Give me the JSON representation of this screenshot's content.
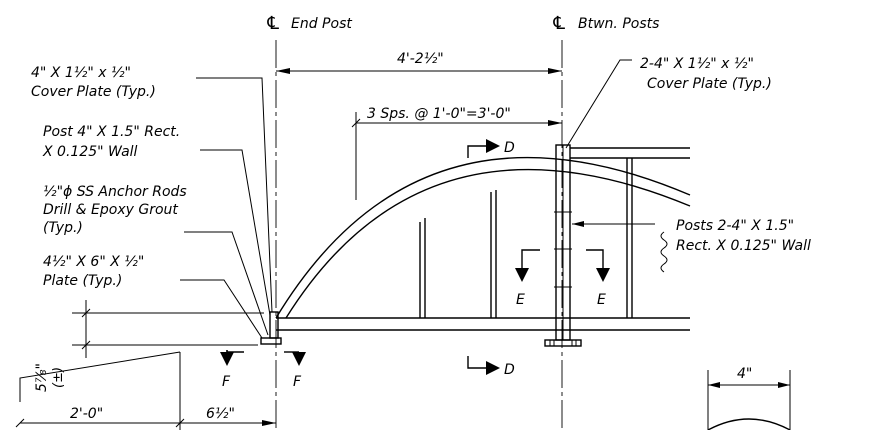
{
  "centerlines": {
    "end_post": {
      "symbol": "℄",
      "label": "End Post"
    },
    "between_posts": {
      "symbol": "℄",
      "label": "Btwn. Posts"
    }
  },
  "dimensions": {
    "end_to_between": "4'-2½\"",
    "spacing": "3 Sps. @ 1'-0\"=3'-0\"",
    "height": "5⅞\"",
    "height_tol": "(±)",
    "left_run": "2'-0\"",
    "offset": "6½\"",
    "detail_width": "4\""
  },
  "callouts": {
    "cover_plate_end": [
      "4\" X 1½\" x ½\"",
      "Cover Plate (Typ.)"
    ],
    "post_end": [
      "Post 4\" X 1.5\" Rect.",
      "X 0.125\" Wall"
    ],
    "anchor_rods": [
      "½\"ϕ SS Anchor Rods",
      "Drill & Epoxy Grout",
      "(Typ.)"
    ],
    "base_plate": [
      "4½\" X 6\" X ½\"",
      "Plate (Typ.)"
    ],
    "cover_plate_between": [
      "2-4\" X 1½\" x ½\"",
      "Cover Plate (Typ.)"
    ],
    "posts_between": [
      "Posts 2-4\" X 1.5\"",
      "Rect. X 0.125\" Wall"
    ]
  },
  "section_marks": {
    "d": "D",
    "e": "E",
    "f": "F"
  }
}
